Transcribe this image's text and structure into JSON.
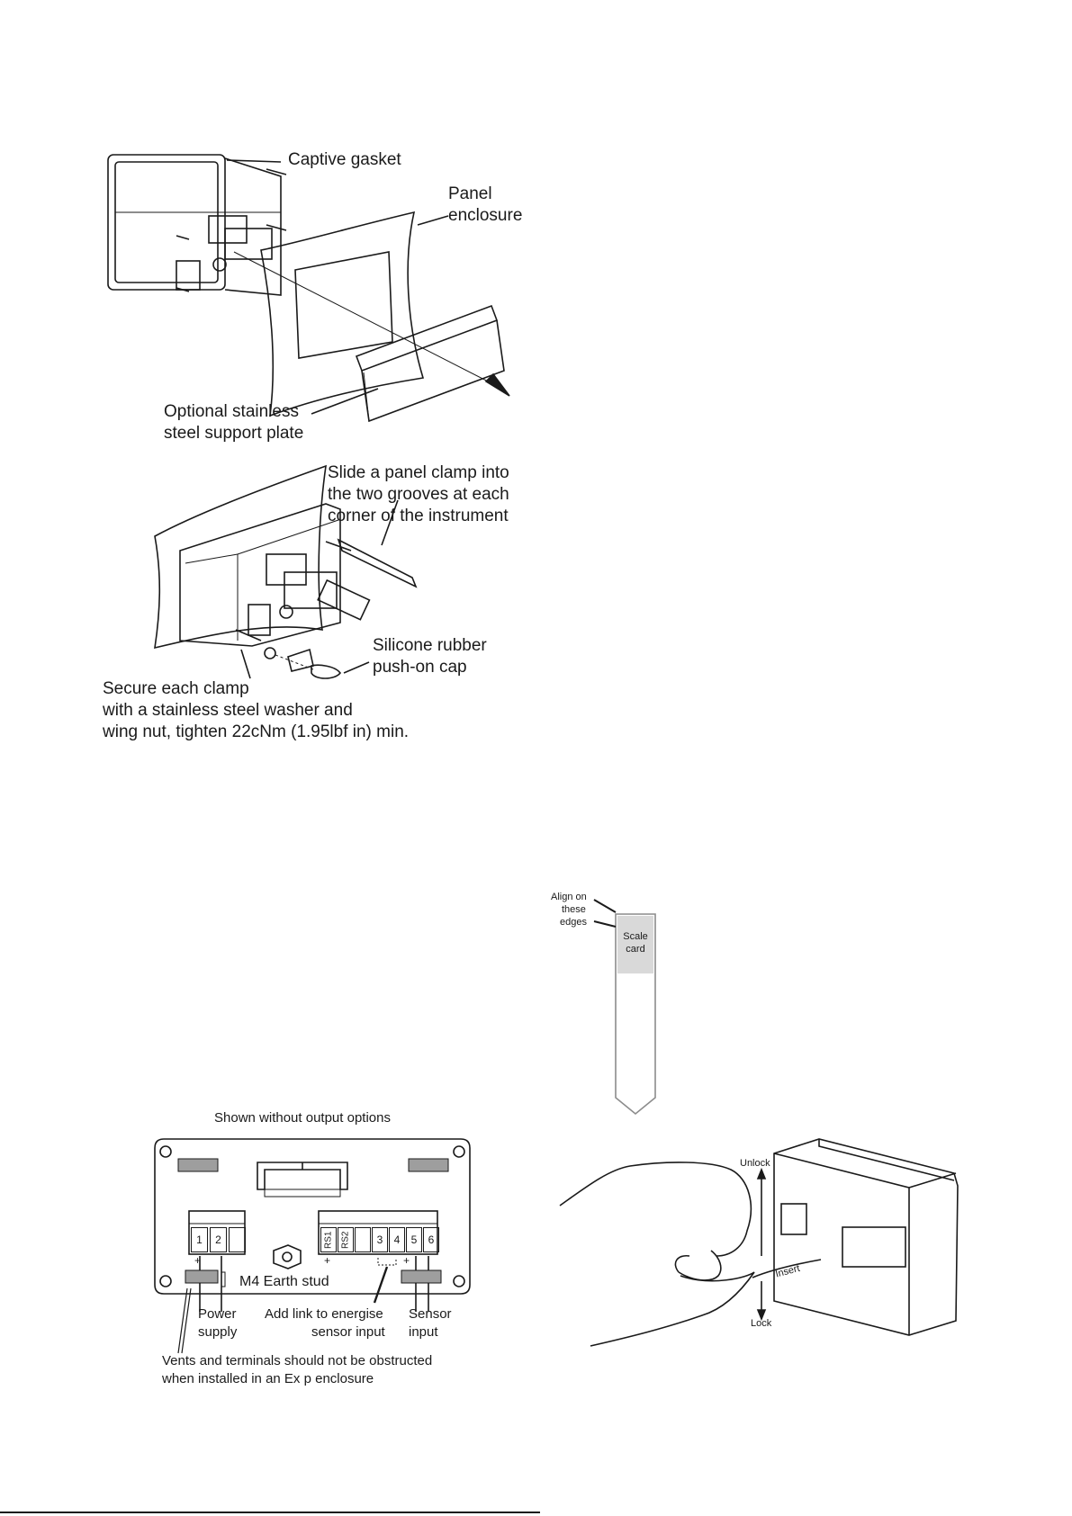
{
  "fig1": {
    "captive_gasket": "Captive gasket",
    "panel_enclosure": [
      "Panel",
      "enclosure"
    ],
    "support_plate": [
      "Optional stainless",
      "steel support plate"
    ]
  },
  "fig2": {
    "slide_clamp": [
      "Slide a panel clamp into",
      "the two grooves at each",
      "corner of the instrument"
    ],
    "rubber_cap": [
      "Silicone rubber",
      "push-on cap"
    ],
    "secure_clamp": [
      "Secure each clamp",
      "with a stainless steel washer and",
      "wing nut, tighten 22cNm (1.95lbf in) min."
    ]
  },
  "scale_card": {
    "align": [
      "Align on",
      "these",
      "edges"
    ],
    "card": [
      "Scale",
      "card"
    ]
  },
  "terminal_diagram": {
    "caption": "Shown without output options",
    "left_terminals": [
      "1",
      "2",
      ""
    ],
    "right_terminals": [
      "RS1",
      "RS2",
      "",
      "3",
      "4",
      "5",
      "6"
    ],
    "plus_sign": "+",
    "earth_stud": "M4 Earth stud",
    "power_supply": [
      "Power",
      "supply"
    ],
    "add_link": [
      "Add link to energise",
      "sensor input"
    ],
    "sensor_input": [
      "Sensor",
      "input"
    ],
    "vents_note": [
      "Vents and terminals should not be obstructed",
      "when installed in an Ex p enclosure"
    ]
  },
  "insert_diagram": {
    "unlock": "Unlock",
    "insert": "Insert",
    "lock": "Lock"
  }
}
